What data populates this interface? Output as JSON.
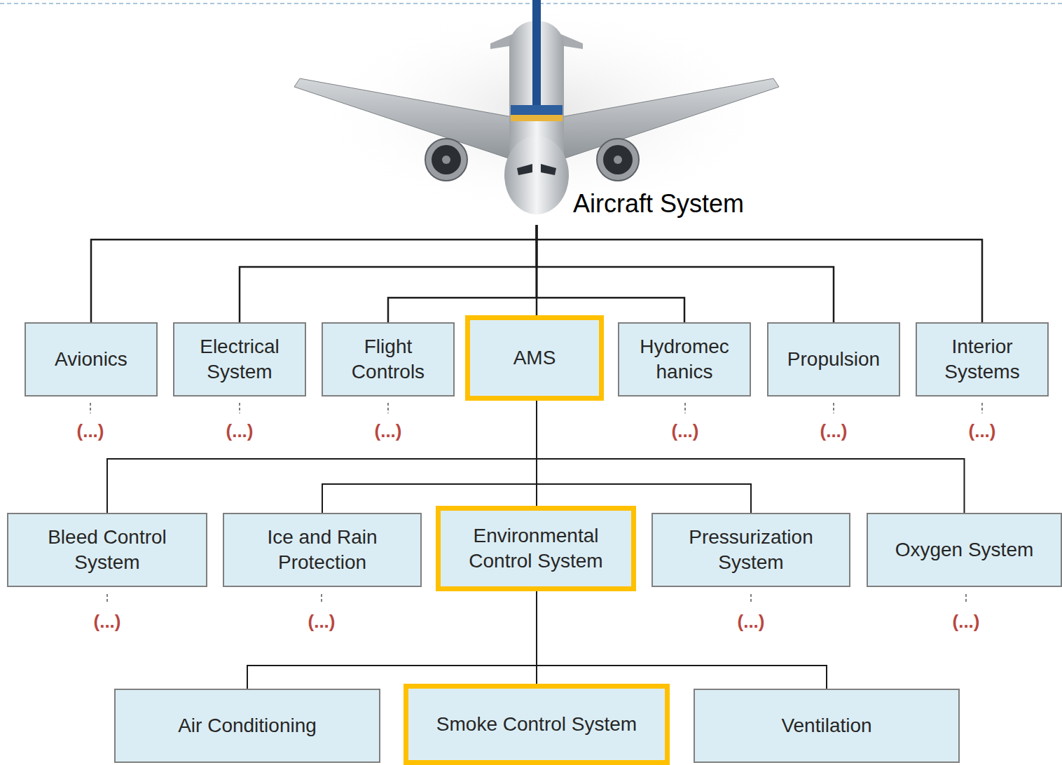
{
  "diagram": {
    "nodes": [
      {
        "text": [
          "Aircraft System"
        ]
      },
      {
        "text": [
          "Avionics"
        ]
      },
      {
        "text": [
          "Electrical System"
        ]
      },
      {
        "text": [
          "Flight Controls"
        ]
      },
      {
        "text": [
          "AMS"
        ]
      },
      {
        "text": [
          "Hydromec hanics"
        ]
      },
      {
        "text": [
          "Propulsion"
        ]
      },
      {
        "text": [
          "Interior Systems"
        ]
      },
      {
        "text": [
          "Bleed Control System"
        ]
      },
      {
        "text": [
          "Ice and Rain Protection"
        ]
      },
      {
        "text": [
          "Environmental Control System"
        ]
      },
      {
        "text": [
          "Pressurization System"
        ]
      },
      {
        "text": [
          "Oxygen System"
        ]
      },
      {
        "text": [
          "Air Conditioning"
        ]
      },
      {
        "text": [
          "Smoke Control System"
        ]
      },
      {
        "text": [
          "Ventilation"
        ]
      }
    ],
    "edges": [
      {
        "from": 0,
        "to": 1,
        "arrow": "none"
      },
      {
        "from": 0,
        "to": 2,
        "arrow": "none"
      },
      {
        "from": 0,
        "to": 3,
        "arrow": "none"
      },
      {
        "from": 0,
        "to": 4,
        "arrow": "none"
      },
      {
        "from": 0,
        "to": 5,
        "arrow": "none"
      },
      {
        "from": 0,
        "to": 6,
        "arrow": "none"
      },
      {
        "from": 0,
        "to": 7,
        "arrow": "none"
      },
      {
        "from": 4,
        "to": 8,
        "arrow": "none"
      },
      {
        "from": 4,
        "to": 9,
        "arrow": "none"
      },
      {
        "from": 4,
        "to": 10,
        "arrow": "none"
      },
      {
        "from": 4,
        "to": 11,
        "arrow": "none"
      },
      {
        "from": 4,
        "to": 12,
        "arrow": "none"
      },
      {
        "from": 10,
        "to": 13,
        "arrow": "none"
      },
      {
        "from": 10,
        "to": 14,
        "arrow": "none"
      },
      {
        "from": 10,
        "to": 15,
        "arrow": "none"
      }
    ],
    "labels": [
      "(...)",
      "(...)",
      "(...)",
      "(...)",
      "(...)",
      "(...)",
      "(...)",
      "(...)",
      "(...)",
      "(...)"
    ]
  }
}
